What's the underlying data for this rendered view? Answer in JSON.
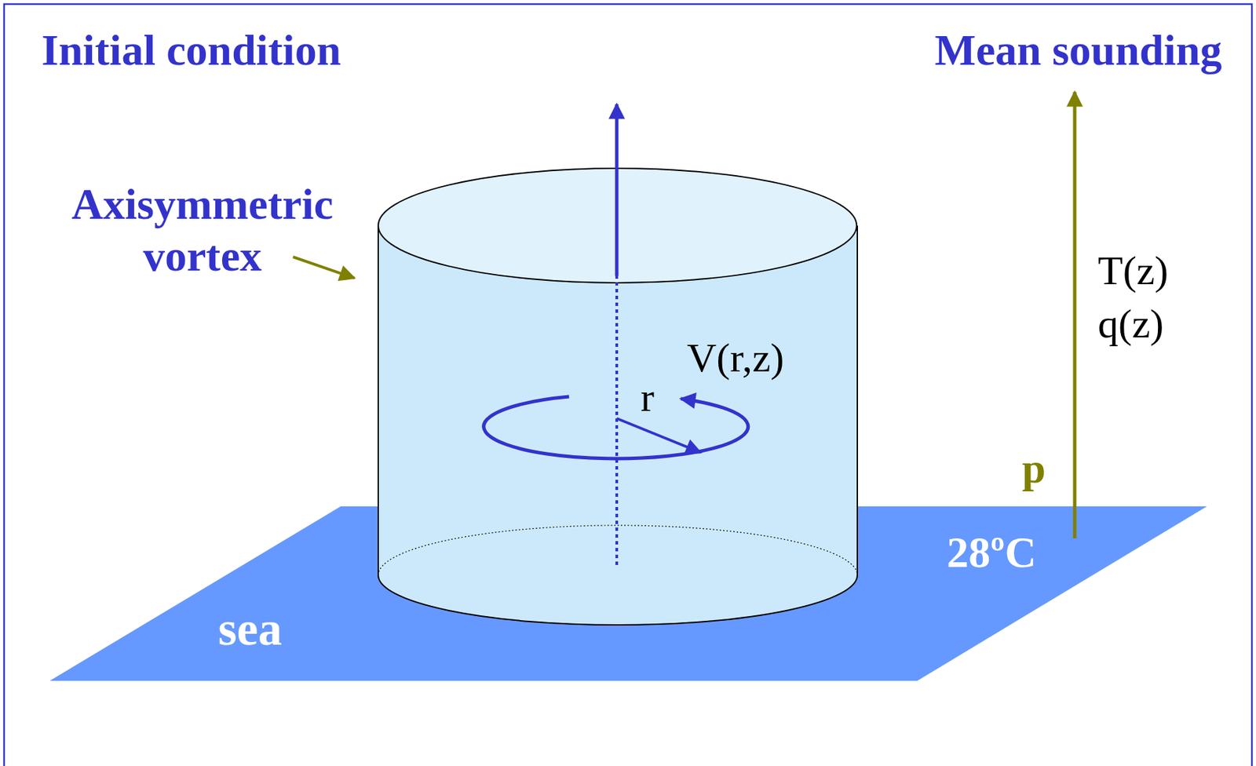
{
  "diagram": {
    "nodes": [
      {
        "text": [
          "sea",
          "28ºC"
        ]
      },
      {
        "text": [
          "V(r,z)",
          "r"
        ]
      }
    ],
    "labels": [
      "Initial condition",
      "Mean sounding",
      "Axisymmetric vortex",
      "T(z)",
      "q(z)",
      "p"
    ]
  }
}
